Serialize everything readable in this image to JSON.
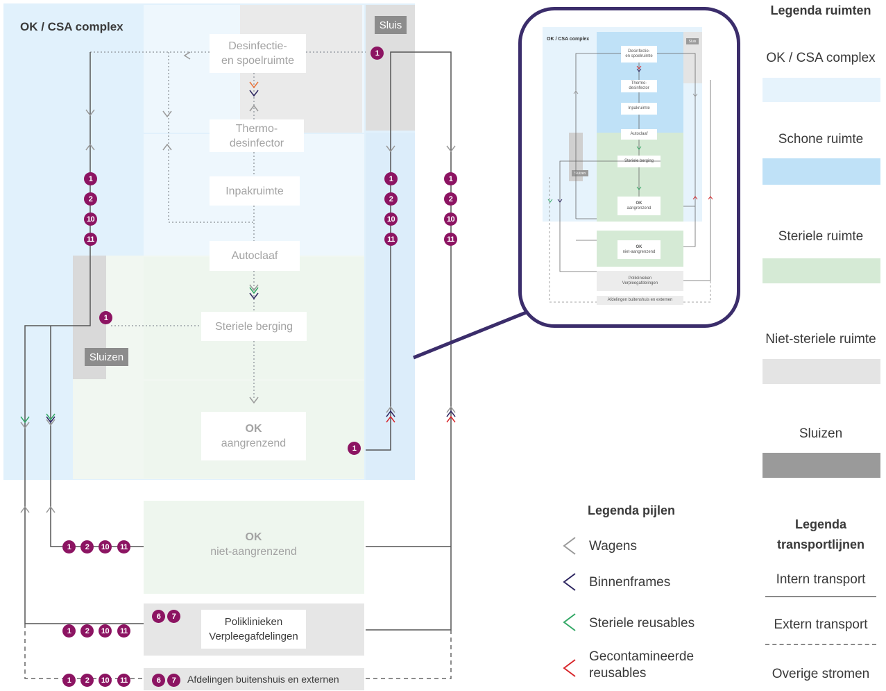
{
  "diagram": {
    "zone_labels": {
      "complex": "OK / CSA complex",
      "sluis": "Sluis",
      "sluizen": "Sluizen"
    },
    "rooms": {
      "desinfectie": [
        "Desinfectie-",
        "en spoelruimte"
      ],
      "thermo": [
        "Thermo-",
        "desinfector"
      ],
      "inpak": "Inpakruimte",
      "autoclaaf": "Autoclaaf",
      "steriele_berging": "Steriele berging",
      "ok_aangrenzend": [
        "OK",
        "aangrenzend"
      ],
      "ok_niet": [
        "OK",
        "niet-aangrenzend"
      ],
      "poliklinieken": [
        "Poliklinieken",
        "Verpleegafdelingen"
      ],
      "afdelingen": "Afdelingen buitenshuis en externen"
    },
    "badges": {
      "one": "1",
      "two": "2",
      "ten": "10",
      "eleven": "11",
      "six": "6",
      "seven": "7"
    }
  },
  "inset": {
    "complex": "OK / CSA complex",
    "sluis": "Sluis",
    "sluizen": "Sluizen",
    "desinfectie": [
      "Desinfectie-",
      "en spoelruimte"
    ],
    "thermo": [
      "Thermo-",
      "desinfector"
    ],
    "inpak": "Inpakruimte",
    "autoclaaf": "Autoclaaf",
    "steriele_berging": "Steriele berging",
    "ok_aangrenzend": [
      "OK",
      "aangrenzend"
    ],
    "ok_niet": [
      "OK",
      "niet-aangrenzend"
    ],
    "poliklinieken": [
      "Poliklinieken",
      "Verpleegafdelingen"
    ],
    "afdelingen": "Afdelingen buitenshuis en externen"
  },
  "legend_rooms": {
    "title": "Legenda ruimten",
    "items": [
      {
        "label": "OK / CSA complex",
        "color": "#e6f3fc"
      },
      {
        "label": "Schone ruimte",
        "color": "#bfe1f7"
      },
      {
        "label": "Steriele ruimte",
        "color": "#d5ead5"
      },
      {
        "label": "Niet-steriele ruimte",
        "color": "#e4e4e4"
      },
      {
        "label": "Sluizen",
        "color": "#9a9a9a"
      }
    ]
  },
  "legend_arrows": {
    "title": "Legenda pijlen",
    "items": [
      {
        "label": "Wagens",
        "color": "#9a9a9a",
        "icon": "chevron-left-icon"
      },
      {
        "label": "Binnenframes",
        "color": "#2d2560",
        "icon": "chevron-left-icon"
      },
      {
        "label": "Steriele reusables",
        "color": "#33a866",
        "icon": "chevron-left-icon"
      },
      {
        "label": "Gecontamineerde reusables",
        "color": "#d8262b",
        "icon": "chevron-left-icon"
      }
    ]
  },
  "legend_lines": {
    "title": [
      "Legenda",
      "transportlijnen"
    ],
    "items": [
      "Intern transport",
      "Extern transport",
      "Overige stromen"
    ]
  },
  "colors": {
    "complex": "#e6f3fc",
    "clean": "#dcedfa",
    "clean_strong": "#bfe1f7",
    "sterile": "#eef6ee",
    "nonsterile": "#e9e9e9",
    "sluis": "#d9d9d9",
    "badge": "#8c1462",
    "line": "#555555",
    "frame": "#3b2d6b"
  }
}
